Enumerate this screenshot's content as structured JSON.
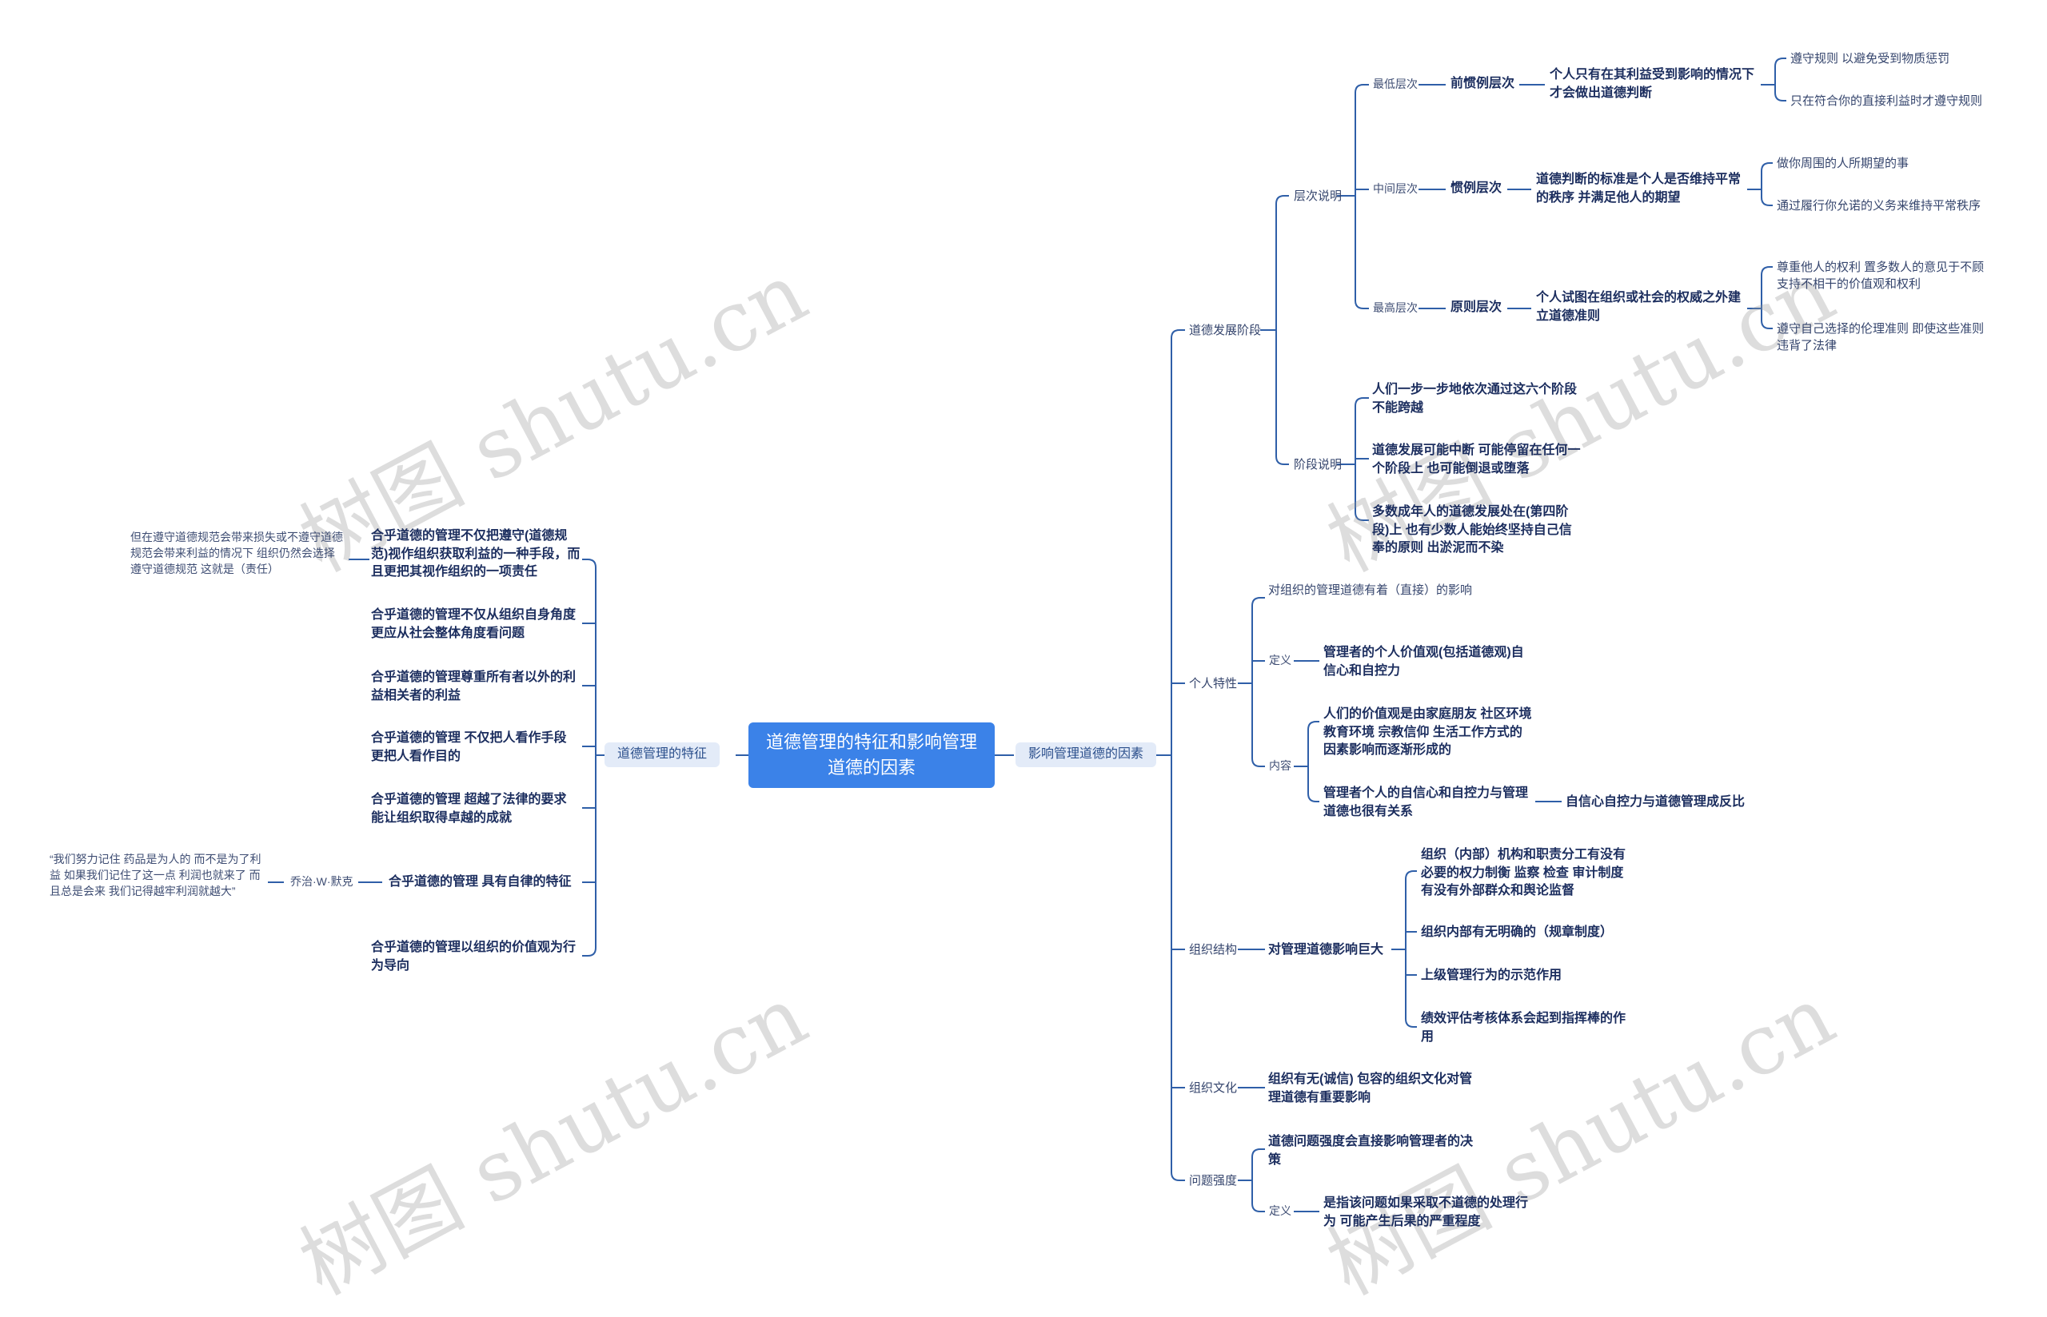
{
  "root": "道德管理的特征和影响管理道德的因素",
  "left": {
    "label": "道德管理的特征",
    "items": [
      "合乎道德的管理不仅把遵守(道德规范)视作组织获取利益的一种手段，而且更把其视作组织的一项责任",
      "合乎道德的管理不仅从组织自身角度更应从社会整体角度看问题",
      "合乎道德的管理尊重所有者以外的利益相关者的利益",
      "合乎道德的管理 不仅把人看作手段 更把人看作目的",
      "合乎道德的管理 超越了法律的要求 能让组织取得卓越的成就",
      "合乎道德的管理 具有自律的特征",
      "合乎道德的管理以组织的价值观为行为导向"
    ],
    "note_responsibility": "但在遵守道德规范会带来损失或不遵守道德规范会带来利益的情况下 组织仍然会选择遵守道德规范 这就是（责任）",
    "person": "乔治·W·默克",
    "quote": "“我们努力记住 药品是为人的 而不是为了利益 如果我们记住了这一点 利润也就来了 而且总是会来 我们记得越牢利润就越大”"
  },
  "right": {
    "label": "影响管理道德的因素",
    "moral_stage": {
      "label": "道德发展阶段",
      "levels_label": "层次说明",
      "levels": [
        {
          "tier": "最低层次",
          "name": "前惯例层次",
          "desc": "个人只有在其利益受到影响的情况下 才会做出道德判断",
          "subs": [
            "遵守规则 以避免受到物质惩罚",
            "只在符合你的直接利益时才遵守规则"
          ]
        },
        {
          "tier": "中间层次",
          "name": "惯例层次",
          "desc": "道德判断的标准是个人是否维持平常的秩序 并满足他人的期望",
          "subs": [
            "做你周围的人所期望的事",
            "通过履行你允诺的义务来维持平常秩序"
          ]
        },
        {
          "tier": "最高层次",
          "name": "原则层次",
          "desc": "个人试图在组织或社会的权威之外建立道德准则",
          "subs": [
            "尊重他人的权利 置多数人的意见于不顾 支持不相干的价值观和权利",
            "遵守自己选择的伦理准则 即使这些准则违背了法律"
          ]
        }
      ],
      "stage_label": "阶段说明",
      "stages": [
        "人们一步一步地依次通过这六个阶段不能跨越",
        "道德发展可能中断 可能停留在任何一个阶段上 也可能倒退或堕落",
        "多数成年人的道德发展处在(第四阶段)上 也有少数人能始终坚持自己信奉的原则 出淤泥而不染"
      ]
    },
    "personal": {
      "label": "个人特性",
      "impact": "对组织的管理道德有着（直接）的影响",
      "def_label": "定义",
      "def": "管理者的个人价值观(包括道德观)自信心和自控力",
      "content_label": "内容",
      "content_a": "人们的价值观是由家庭朋友 社区环境 教育环境 宗教信仰 生活工作方式的因素影响而逐渐形成的",
      "content_b": "管理者个人的自信心和自控力与管理道德也很有关系",
      "content_b_sub": "自信心自控力与道德管理成反比"
    },
    "structure": {
      "label": "组织结构",
      "main": "对管理道德影响巨大",
      "items": [
        "组织（内部）机构和职责分工有没有必要的权力制衡 监察 检查 审计制度 有没有外部群众和舆论监督",
        "组织内部有无明确的（规章制度）",
        "上级管理行为的示范作用",
        "绩效评估考核体系会起到指挥棒的作用"
      ]
    },
    "culture": {
      "label": "组织文化",
      "text": "组织有无(诚信) 包容的组织文化对管理道德有重要影响"
    },
    "intensity": {
      "label": "问题强度",
      "text": "道德问题强度会直接影响管理者的决策",
      "def_label": "定义",
      "def": "是指该问题如果采取不道德的处理行为 可能产生后果的严重程度"
    }
  },
  "watermark": "树图 shutu.cn",
  "line_color": "#2f5fa8"
}
